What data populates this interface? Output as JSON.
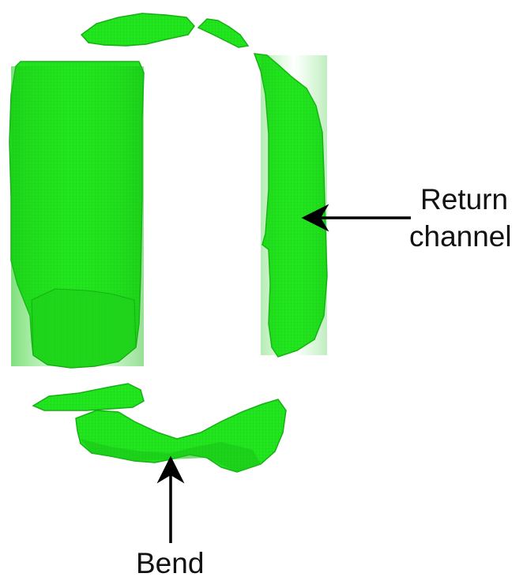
{
  "labels": {
    "return_line1": "Return",
    "return_line2": "channel",
    "bend": "Bend"
  },
  "colors": {
    "green_fill": "#22e61e",
    "green_edge": "#16b014",
    "green_dark": "#0f8f0e",
    "arrow": "#000000"
  }
}
